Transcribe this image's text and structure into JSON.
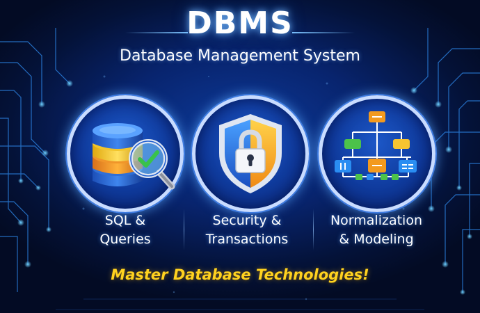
{
  "header": {
    "title": "DBMS",
    "subtitle": "Database Management System"
  },
  "features": [
    {
      "line1": "SQL &",
      "line2": "Queries",
      "icon": "database-search-icon"
    },
    {
      "line1": "Security &",
      "line2": "Transactions",
      "icon": "shield-lock-icon"
    },
    {
      "line1": "Normalization",
      "line2": "& Modeling",
      "icon": "schema-diagram-icon"
    }
  ],
  "tagline": "Master Database Technologies!",
  "colors": {
    "background": "#041034",
    "accent_blue": "#2f7df0",
    "ring": "#c9dcff",
    "tagline": "#ffd21f",
    "diagram_orange": "#f39a1e",
    "diagram_green": "#4cc24a",
    "diagram_blue": "#2a8df2",
    "diagram_yellow": "#f6c431"
  }
}
